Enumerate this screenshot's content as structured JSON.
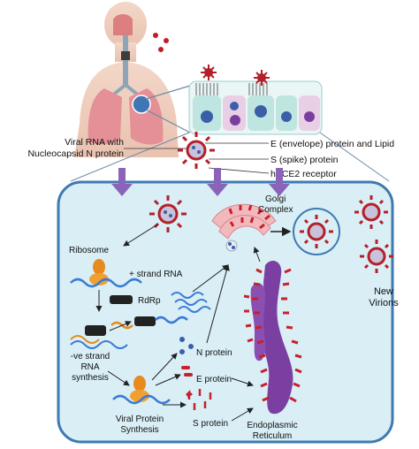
{
  "labels": {
    "viral_rna_line1": "Viral RNA with",
    "viral_rna_line2": "Nucleocapsid N protein",
    "e_protein": "E (envelope) protein and Lipid",
    "s_protein": "S (spike) protein",
    "hace2": "hACE2 receptor",
    "golgi_line1": "Golgi",
    "golgi_line2": "Complex",
    "ribosome": "Ribosome",
    "plus_strand": "+ strand RNA",
    "rdrp": "RdRp",
    "neg_strand_line1": "-ve strand",
    "neg_strand_line2": "RNA",
    "neg_strand_line3": "synthesis",
    "n_protein": "N protein",
    "e_protein_inner": "E protein",
    "s_protein_inner": "S protein",
    "viral_synthesis_line1": "Viral Protein",
    "viral_synthesis_line2": "Synthesis",
    "er_line1": "Endoplasmic",
    "er_line2": "Reticulum",
    "new_virions_line1": "New",
    "new_virions_line2": "Virions"
  },
  "colors": {
    "cell_fill": "#d9eef5",
    "cell_border": "#3f7ab0",
    "virus_red": "#b51f2a",
    "arrow_purple": "#7d55a8",
    "er_purple": "#7a3fa0",
    "golgi_pink": "#f2b9bd",
    "ribosome_orange": "#e88a1e"
  },
  "icons": [
    "human-lungs-icon",
    "airway-epithelium-icon",
    "virus-icon",
    "ribosome-icon",
    "rdrp-icon",
    "golgi-icon",
    "er-icon"
  ]
}
